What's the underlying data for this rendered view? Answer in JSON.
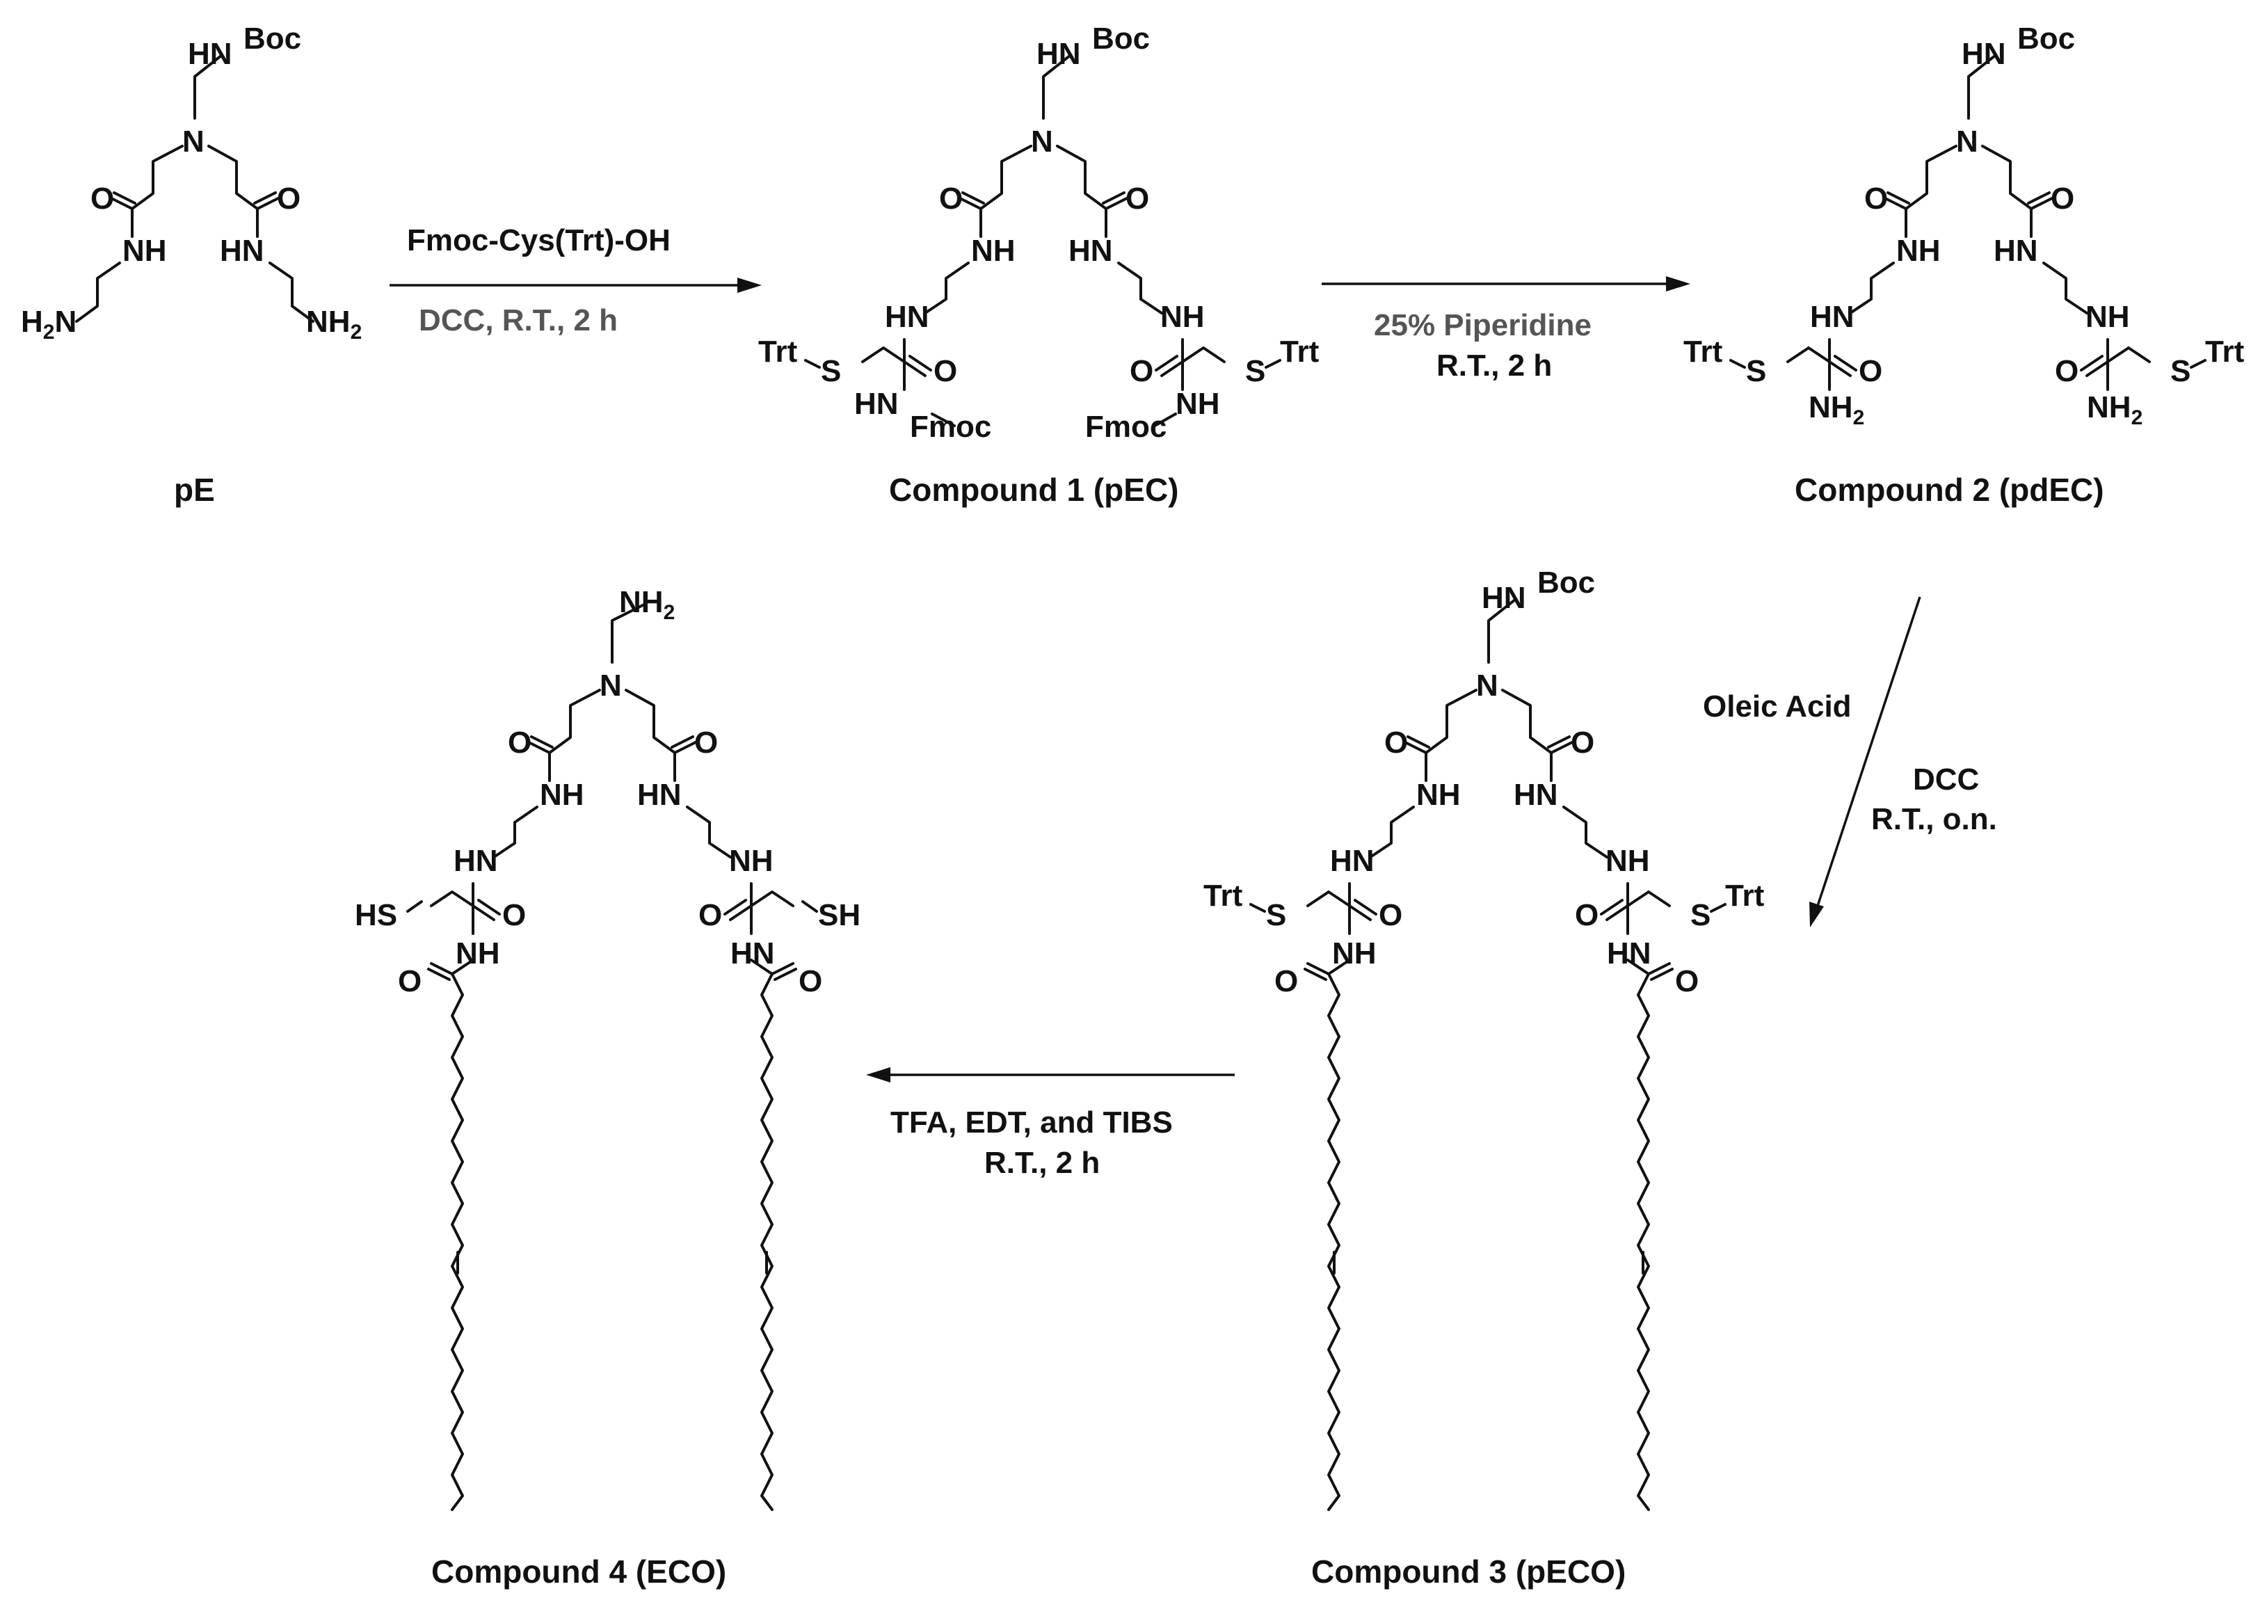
{
  "atoms": {
    "boc": "Boc",
    "hn": "HN",
    "nh": "NH",
    "n": "N",
    "o": "O",
    "h2n_h": "H",
    "h2n_n": "N",
    "nh2_nh": "NH",
    "sub2": "2",
    "trt": "Trt",
    "s": "S",
    "fmoc": "Fmoc",
    "sh": "SH",
    "hs": "HS"
  },
  "conditions": {
    "step1_reagent": "Fmoc-Cys(Trt)-OH",
    "step1_conditions": "DCC, R.T., 2 h",
    "step2_reagent": "25%  Piperidine",
    "step2_conditions": "R.T., 2 h",
    "step3_reagent": "Oleic Acid",
    "step3_catalyst": "DCC",
    "step3_conditions": "R.T., o.n.",
    "step4_reagents": "TFA, EDT, and TIBS",
    "step4_conditions": "R.T., 2 h"
  },
  "compounds": {
    "pe": "pE",
    "c1": "Compound 1 (pEC)",
    "c2": "Compound 2 (pdEC)",
    "c3": "Compound 3 (pECO)",
    "c4": "Compound 4 (ECO)"
  }
}
